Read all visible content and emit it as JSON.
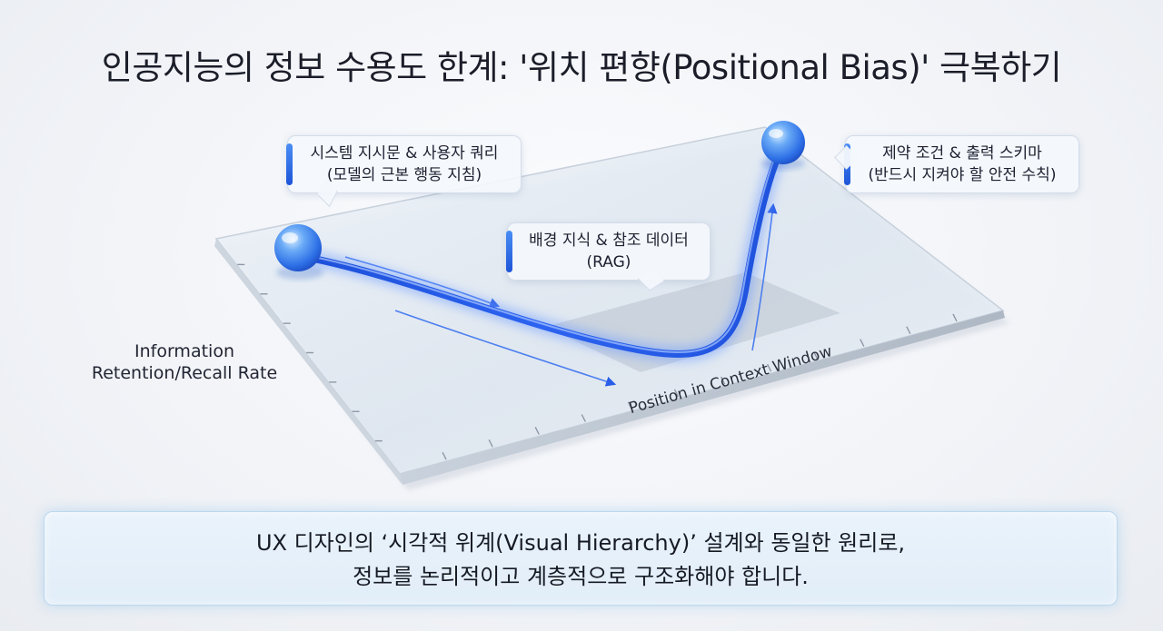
{
  "title": "인공지능의 정보 수용도 한계: '위치 편향(Positional Bias)' 극복하기",
  "callouts": {
    "system": {
      "line1": "시스템 지시문 & 사용자 쿼리",
      "line2": "(모델의 근본 행동 지침)"
    },
    "rag": {
      "line1": "배경 지식 & 참조 데이터",
      "line2": "(RAG)"
    },
    "constraints": {
      "line1": "제약 조건 & 출력 스키마",
      "line2": "(반드시 지켜야 할 안전 수칙)"
    }
  },
  "chart_data": {
    "type": "line",
    "xlabel": "Position in Context Window",
    "ylabel": "Information Retention/Recall Rate",
    "series": [
      {
        "x": [
          "start",
          "middle",
          "end"
        ],
        "values": [
          "high",
          "low",
          "high"
        ]
      }
    ],
    "grid": false
  },
  "colors": {
    "curve": "#1f4fe0",
    "accent": "#2f6cf0",
    "glass": "#dfe8f2"
  },
  "footer": {
    "line1": "UX 디자인의 ‘시각적 위계(Visual Hierarchy)’ 설계와 동일한 원리로,",
    "line2": "정보를 논리적이고 계층적으로 구조화해야 합니다."
  }
}
